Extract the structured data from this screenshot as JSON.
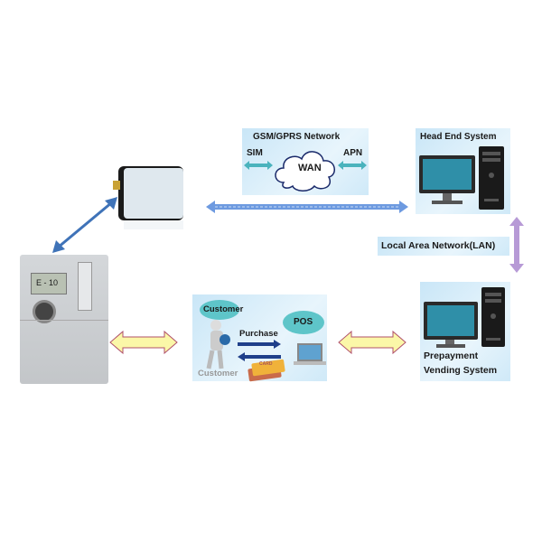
{
  "gsm": {
    "title": "GSM/GPRS Network",
    "sim": "SIM",
    "wan": "WAN",
    "apn": "APN"
  },
  "head_end": {
    "title": "Head End System"
  },
  "lan": {
    "label": "Local Area Network(LAN)"
  },
  "vending": {
    "title_line1": "Prepayment",
    "title_line2": "Vending System"
  },
  "pos_box": {
    "customer_bubble": "Customer",
    "pos": "POS",
    "purchase": "Purchase",
    "customer_label": "Customer",
    "card_text": "CARD"
  },
  "meter": {
    "display": "E - 10"
  },
  "colors": {
    "box_bg": "#d6ecf8",
    "wan_arrow": "#4f86d6",
    "lan_arrow": "#b79ad6",
    "yellow_arrow": "#fbf7a8",
    "bubble": "#5ec5c9"
  }
}
